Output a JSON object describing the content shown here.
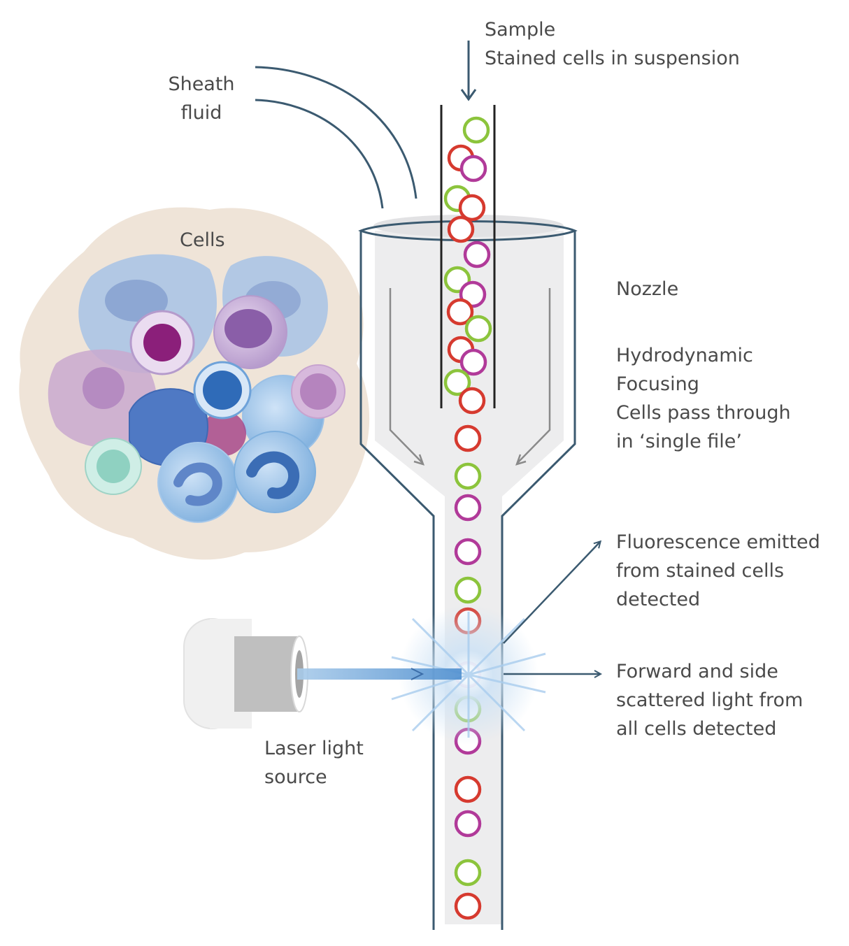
{
  "labels": {
    "sample": [
      "Sample",
      "Stained cells in suspension"
    ],
    "sheath": [
      "Sheath",
      "fluid"
    ],
    "cells": "Cells",
    "nozzle": "Nozzle",
    "focusing": [
      "Hydrodynamic",
      "Focusing",
      "Cells pass through",
      "in ‘single file’"
    ],
    "fluorescence": [
      "Fluorescence emitted",
      "from stained cells",
      "detected"
    ],
    "scatter": [
      "Forward and side",
      "scattered light from",
      "all cells detected"
    ],
    "laser": [
      "Laser light",
      "source"
    ]
  },
  "colors": {
    "line": "#3b5a70",
    "text": "#4a4a4a",
    "cell_red": "#d63a2f",
    "cell_green": "#8cc43c",
    "cell_purple": "#b13a99",
    "laser_beam": "#6fa8dc",
    "tissue": "#efe4d8"
  },
  "stream_cells": [
    "green",
    "red",
    "purple",
    "green",
    "red",
    "red",
    "purple",
    "green",
    "purple",
    "red",
    "green",
    "red",
    "purple",
    "green",
    "red",
    "red",
    "green",
    "purple",
    "purple",
    "green",
    "red",
    "purple",
    "green",
    "purple",
    "red",
    "purple",
    "green",
    "red"
  ],
  "icons": [
    "sample-arrow-icon",
    "laser-source-icon",
    "tissue-cells-illustration"
  ]
}
